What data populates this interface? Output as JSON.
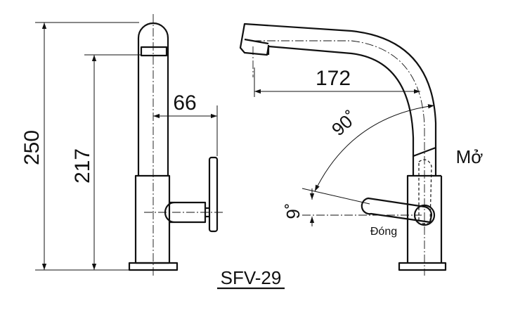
{
  "dimensions": {
    "total_height": "250",
    "spout_height": "217",
    "handle_reach": "66",
    "spout_reach": "172",
    "lever_rotation": "90˚",
    "lever_tilt": "9˚"
  },
  "labels": {
    "open": "Mở",
    "closed": "Đóng"
  },
  "model": "SFV-29"
}
